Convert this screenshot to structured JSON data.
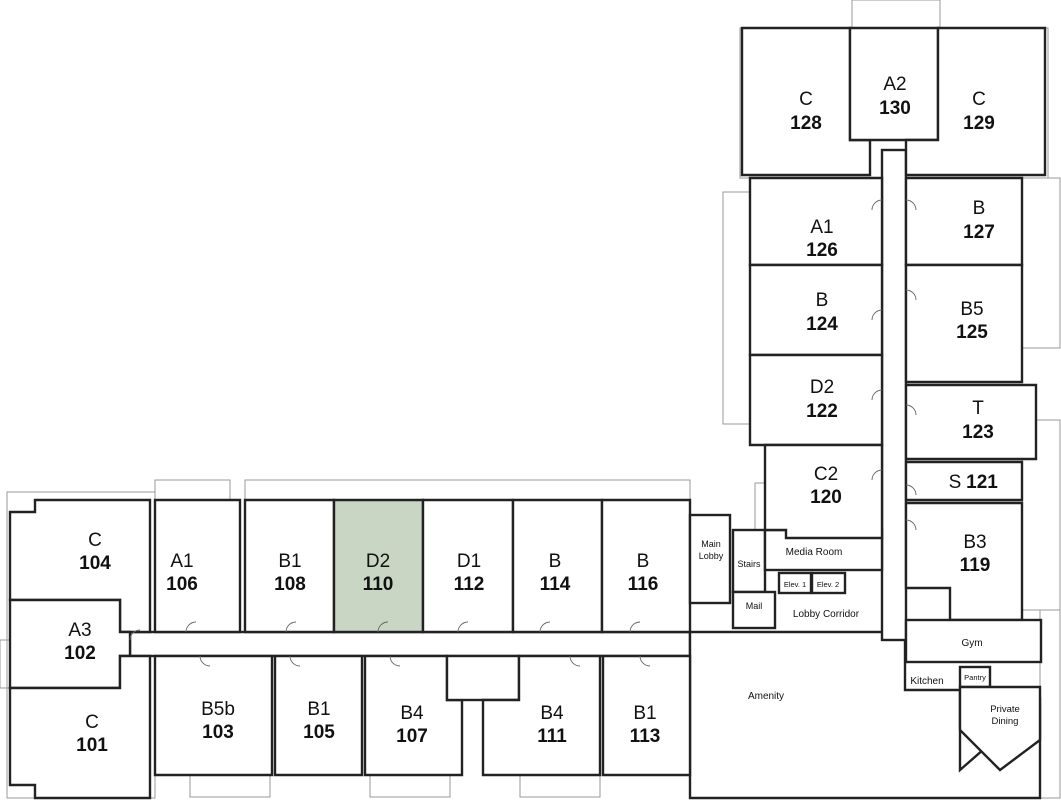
{
  "floor_plan": {
    "units": [
      {
        "type": "C",
        "number": "104"
      },
      {
        "type": "A3",
        "number": "102"
      },
      {
        "type": "C",
        "number": "101"
      },
      {
        "type": "A1",
        "number": "106"
      },
      {
        "type": "B1",
        "number": "108"
      },
      {
        "type": "D2",
        "number": "110",
        "selected": true
      },
      {
        "type": "D1",
        "number": "112"
      },
      {
        "type": "B",
        "number": "114"
      },
      {
        "type": "B",
        "number": "116"
      },
      {
        "type": "B5b",
        "number": "103"
      },
      {
        "type": "B1",
        "number": "105"
      },
      {
        "type": "B4",
        "number": "107"
      },
      {
        "type": "B4",
        "number": "111"
      },
      {
        "type": "B1",
        "number": "113"
      },
      {
        "type": "C",
        "number": "128"
      },
      {
        "type": "A2",
        "number": "130"
      },
      {
        "type": "C",
        "number": "129"
      },
      {
        "type": "A1",
        "number": "126"
      },
      {
        "type": "B",
        "number": "127"
      },
      {
        "type": "B",
        "number": "124"
      },
      {
        "type": "B5",
        "number": "125"
      },
      {
        "type": "D2",
        "number": "122"
      },
      {
        "type": "T",
        "number": "123"
      },
      {
        "type": "C2",
        "number": "120"
      },
      {
        "type": "S",
        "number": "121"
      },
      {
        "type": "B3",
        "number": "119"
      }
    ],
    "amenities": {
      "main_lobby_line1": "Main",
      "main_lobby_line2": "Lobby",
      "stairs": "Stairs",
      "mail": "Mail",
      "media_room": "Media Room",
      "elev1": "Elev. 1",
      "elev2": "Elev. 2",
      "lobby_corridor": "Lobby Corridor",
      "amenity": "Amenity",
      "gym": "Gym",
      "kitchen": "Kitchen",
      "pantry": "Pantry",
      "private_dining_line1": "Private",
      "private_dining_line2": "Dining"
    },
    "colors": {
      "selected_fill": "#c9d6c4",
      "wall": "#222222",
      "outline": "#999999"
    }
  }
}
